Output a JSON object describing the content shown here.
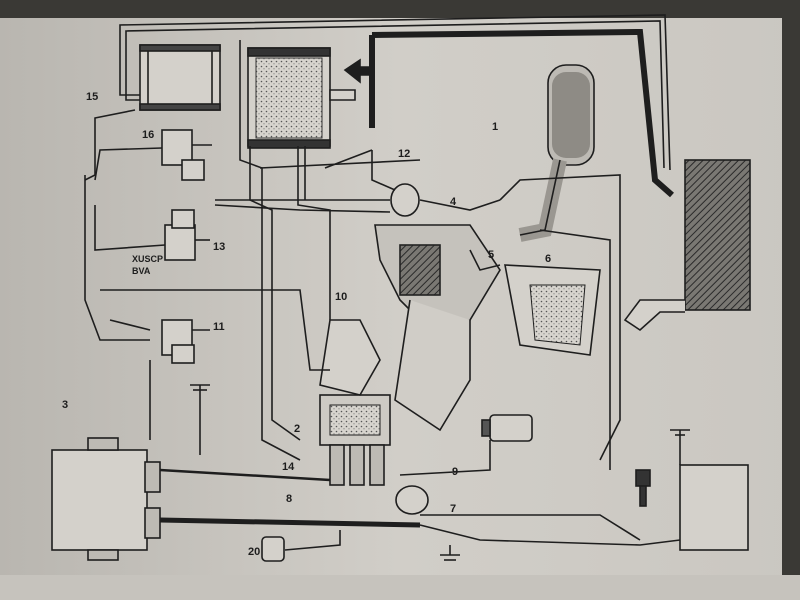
{
  "diagram": {
    "component_labels": [
      {
        "id": "1",
        "name": "callout-1"
      },
      {
        "id": "2",
        "name": "callout-2"
      },
      {
        "id": "3",
        "name": "callout-3"
      },
      {
        "id": "4",
        "name": "callout-4"
      },
      {
        "id": "5",
        "name": "callout-5"
      },
      {
        "id": "6",
        "name": "callout-6"
      },
      {
        "id": "7",
        "name": "callout-7"
      },
      {
        "id": "8",
        "name": "callout-8"
      },
      {
        "id": "9",
        "name": "callout-9"
      },
      {
        "id": "10",
        "name": "callout-10"
      },
      {
        "id": "11",
        "name": "callout-11"
      },
      {
        "id": "12",
        "name": "callout-12"
      },
      {
        "id": "13",
        "name": "callout-13"
      },
      {
        "id": "14",
        "name": "callout-14"
      },
      {
        "id": "15",
        "name": "callout-15"
      },
      {
        "id": "16",
        "name": "callout-16"
      },
      {
        "id": "20",
        "name": "callout-20"
      }
    ],
    "valve_codes": [
      "XUSCP",
      "BVA"
    ]
  },
  "colors": {
    "paper": "#cfccc6",
    "ink": "#1e1e1e",
    "shade": "#8a8883",
    "desk": "#2f2e2a"
  }
}
